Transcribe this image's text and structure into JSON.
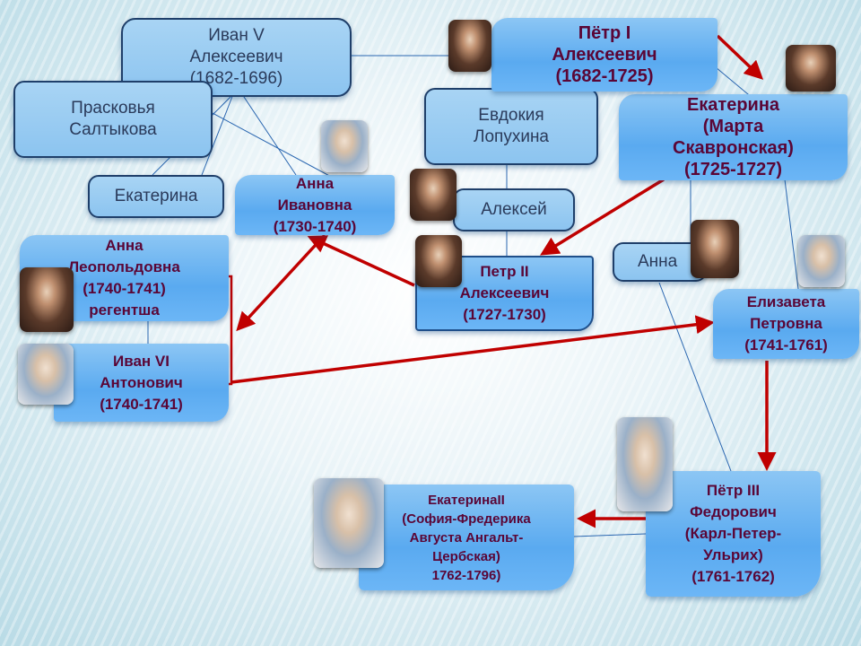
{
  "colors": {
    "arrow": "#c00000",
    "link": "#2a66b0",
    "ruler_text": "#5a0636"
  },
  "people": {
    "ivan_v": [
      "Иван  V",
      "Алексеевич",
      "(1682-1696)"
    ],
    "petr_i": [
      "Пётр  I",
      "Алексеевич",
      "(1682-1725)"
    ],
    "praskovya": [
      "Прасковья",
      "Салтыкова"
    ],
    "evdokiya": [
      "Евдокия",
      "Лопухина"
    ],
    "ekaterina_i": [
      "Екатерина",
      "(Марта",
      "Скавронская)",
      "(1725-1727)"
    ],
    "ekaterina_iv": [
      "Екатерина"
    ],
    "anna_ivanovna": [
      "Анна",
      "Ивановна",
      "(1730-1740)"
    ],
    "aleksei": [
      "Алексей"
    ],
    "anna_leopoldovna": [
      "Анна",
      "Леопольдовна",
      "(1740-1741)",
      "регентша"
    ],
    "petr_ii": [
      "Петр II",
      "Алексеевич",
      "(1727-1730)"
    ],
    "anna_petrovna": [
      "Анна"
    ],
    "elizaveta": [
      "Елизавета",
      "Петровна",
      "(1741-1761)"
    ],
    "ivan_vi": [
      "Иван VI",
      "Антонович",
      "(1740-1741)"
    ],
    "petr_iii": [
      "Пётр III",
      "Федорович",
      "(Карл-Петер-",
      "Ульрих)",
      "(1761-1762)"
    ],
    "ekaterina_ii": [
      "ЕкатеринаII",
      "(София-Фредерика",
      "Августа Ангальт-",
      "Цербская)",
      "1762-1796)"
    ]
  }
}
